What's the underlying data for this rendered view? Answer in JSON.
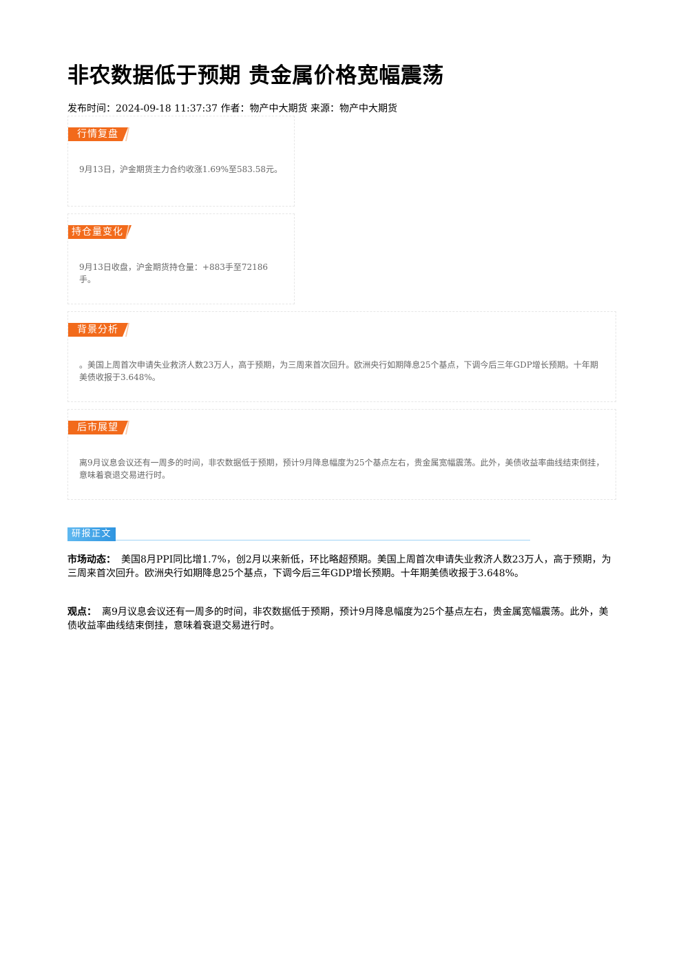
{
  "article": {
    "title": "非农数据低于预期 贵金属价格宽幅震荡",
    "meta": "发布时间：2024-09-18 11:37:37 作者：物产中大期货 来源：物产中大期货"
  },
  "sections": [
    {
      "tag": "行情复盘",
      "text": "9月13日，沪金期货主力合约收涨1.69%至583.58元。"
    },
    {
      "tag": "持仓量变化",
      "text": "9月13日收盘，沪金期货持仓量：+883手至72186手。"
    },
    {
      "tag": "背景分析",
      "text": "。美国上周首次申请失业救济人数23万人，高于预期，为三周来首次回升。欧洲央行如期降息25个基点，下调今后三年GDP增长预期。十年期美债收报于3.648%。"
    },
    {
      "tag": "后市展望",
      "text": "离9月议息会议还有一周多的时间，非农数据低于预期，预计9月降息幅度为25个基点左右，贵金属宽幅震荡。此外，美债收益率曲线结束倒挂，意味着衰退交易进行时。"
    }
  ],
  "report": {
    "heading": "研报正文",
    "market_label": "市场动态：",
    "market_text": "美国8月PPI同比增1.7%，创2月以来新低，环比略超预期。美国上周首次申请失业救济人数23万人，高于预期，为三周来首次回升。欧洲央行如期降息25个基点，下调今后三年GDP增长预期。十年期美债收报于3.648%。",
    "view_label": "观点：",
    "view_text": "离9月议息会议还有一周多的时间，非农数据低于预期，预计9月降息幅度为25个基点左右，贵金属宽幅震荡。此外，美债收益率曲线结束倒挂，意味着衰退交易进行时。"
  },
  "colors": {
    "tag": "#f26a1b",
    "report_tag": "#3a9fe6"
  }
}
